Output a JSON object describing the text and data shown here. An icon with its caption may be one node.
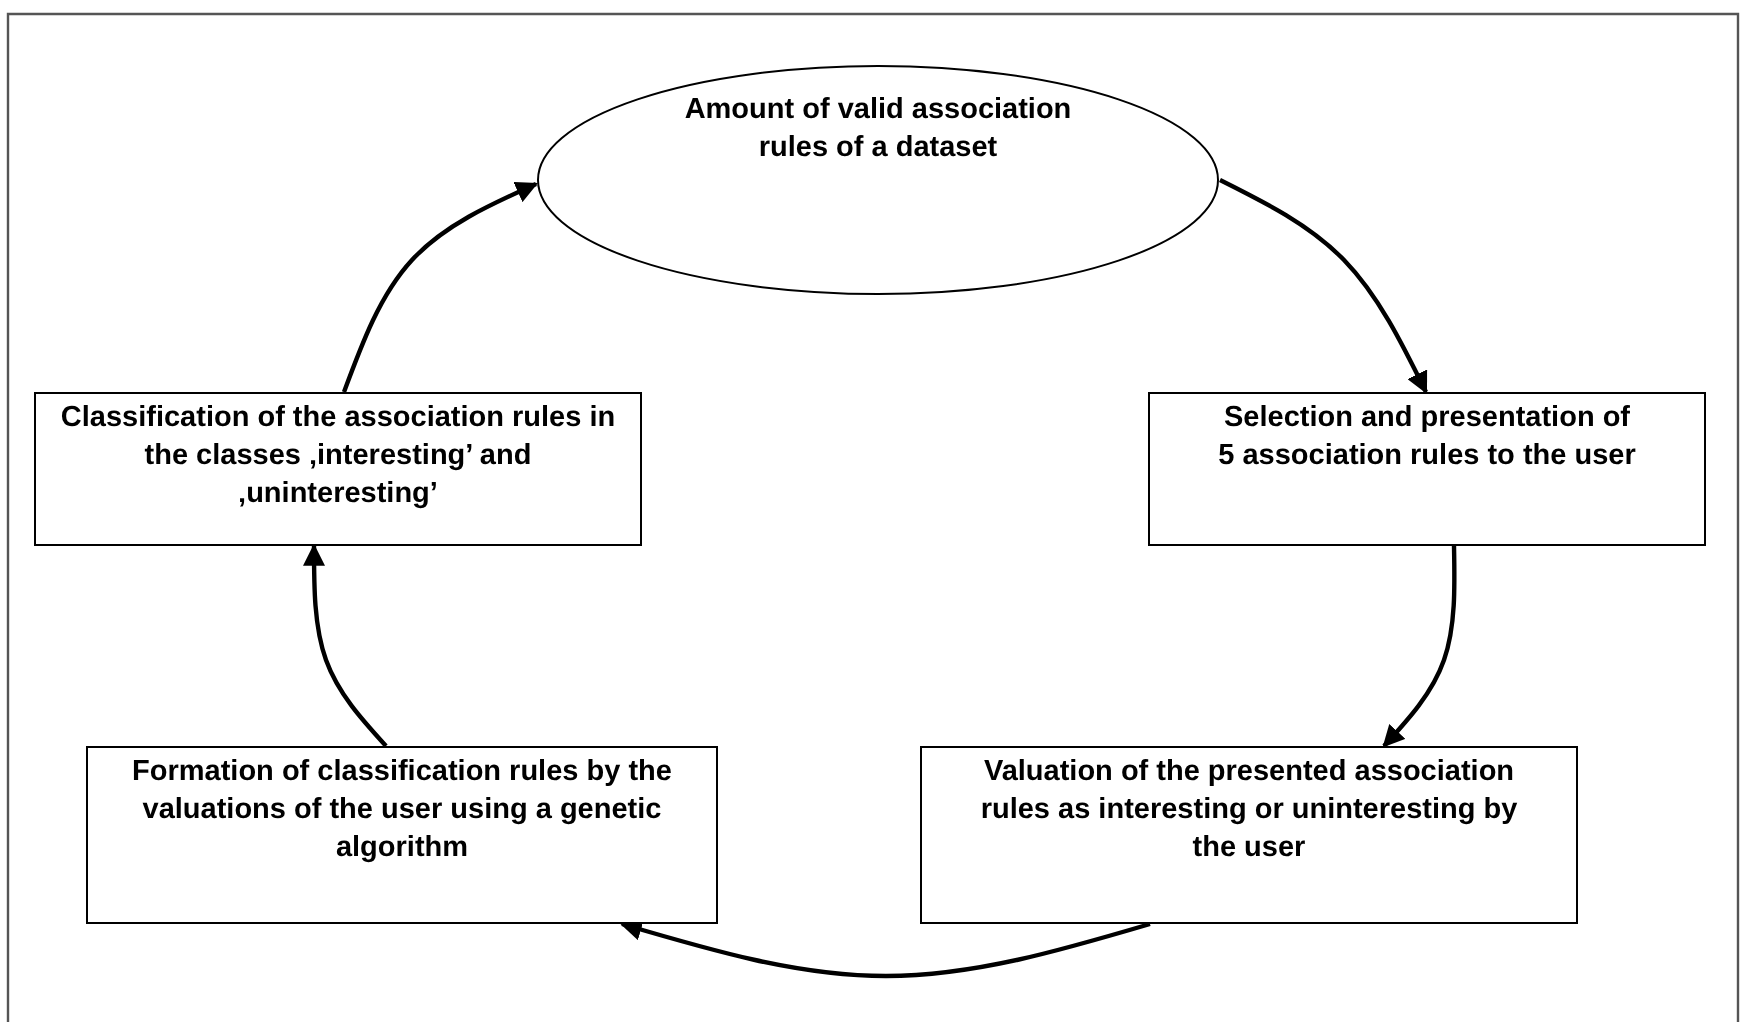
{
  "diagram": {
    "nodes": [
      {
        "text": [
          "Amount of valid association rules of a dataset"
        ]
      },
      {
        "text": [
          "Classification of the association rules in the classes ‚interesting’ and ‚uninteresting’"
        ]
      },
      {
        "text": [
          "Selection and presentation of 5 association rules to the user"
        ]
      },
      {
        "text": [
          "Formation of classification rules by the valuations of the user using a genetic algorithm"
        ]
      },
      {
        "text": [
          "Valuation of the presented association rules as interesting or uninteresting by the user"
        ]
      }
    ],
    "edges": [
      {
        "from": 0,
        "to": 2,
        "arrow": "to"
      },
      {
        "from": 2,
        "to": 4,
        "arrow": "to"
      },
      {
        "from": 4,
        "to": 3,
        "arrow": "to"
      },
      {
        "from": 3,
        "to": 1,
        "arrow": "to"
      },
      {
        "from": 1,
        "to": 0,
        "arrow": "to"
      }
    ]
  }
}
